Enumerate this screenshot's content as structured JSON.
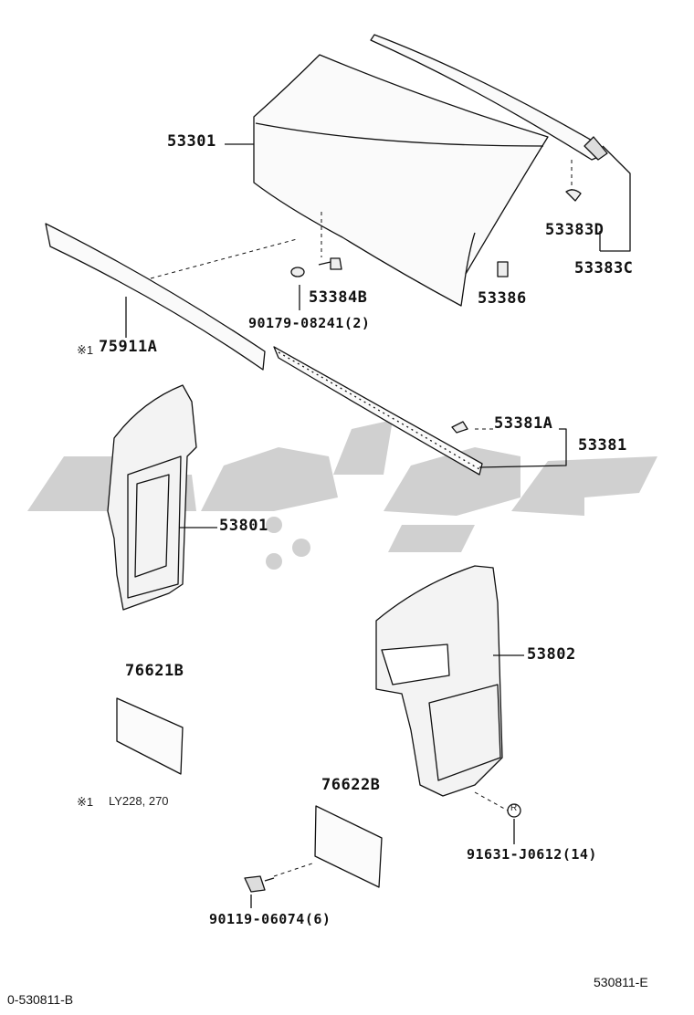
{
  "labels": {
    "p53301": "53301",
    "p53383D": "53383D",
    "p53383C": "53383C",
    "p53384B": "53384B",
    "p53386": "53386",
    "p90179": "90179-08241(2)",
    "p75911A": "75911A",
    "p53381A": "53381A",
    "p53381": "53381",
    "p53801": "53801",
    "p76621B": "76621B",
    "p53802": "53802",
    "p76622B": "76622B",
    "p91631": "91631-J0612(14)",
    "p90119": "90119-06074(6)"
  },
  "notes": {
    "marker1": "※1",
    "marker2": "※1",
    "footnote": "LY228, 270",
    "circle_r": "R"
  },
  "footer": {
    "left": "0-530811-B",
    "right": "530811-E"
  },
  "watermark": {
    "color": "#c8c8c8"
  }
}
